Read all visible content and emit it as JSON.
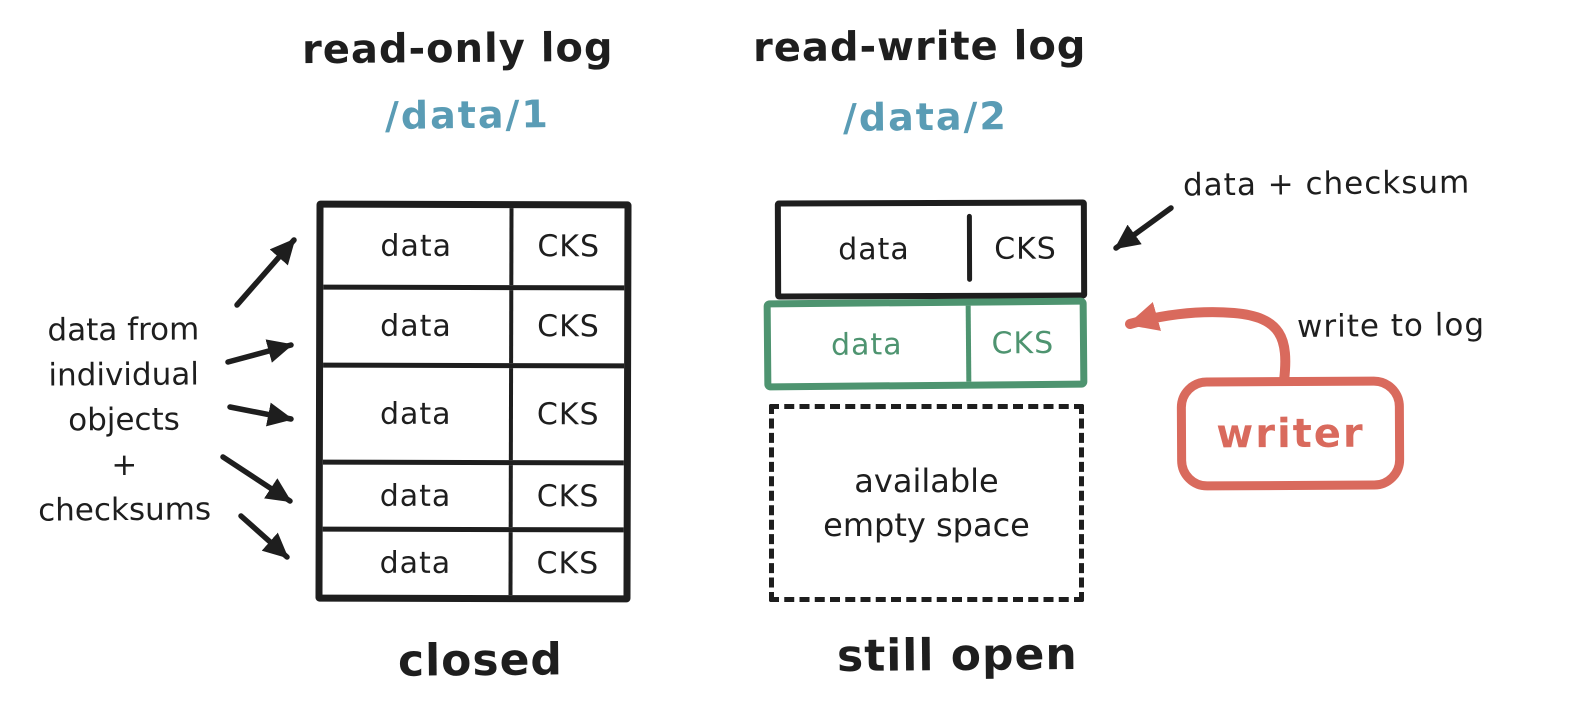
{
  "colors": {
    "ink": "#1e1e1e",
    "path_teal": "#5a9cb5",
    "active_green": "#4e9470",
    "writer_red": "#d96a5d"
  },
  "left_log": {
    "title": "read-only log",
    "path_label": "/data/1",
    "status_label": "closed",
    "side_note_lines": [
      "data from",
      "individual",
      "objects",
      "+",
      "checksums"
    ],
    "rows": [
      {
        "data": "data",
        "cks": "CKS"
      },
      {
        "data": "data",
        "cks": "CKS"
      },
      {
        "data": "data",
        "cks": "CKS"
      },
      {
        "data": "data",
        "cks": "CKS"
      },
      {
        "data": "data",
        "cks": "CKS"
      }
    ]
  },
  "right_log": {
    "title": "read-write log",
    "path_label": "/data/2",
    "status_label": "still open",
    "sealed_row": {
      "data": "data",
      "cks": "CKS"
    },
    "active_row": {
      "data": "data",
      "cks": "CKS"
    },
    "empty_space_lines": [
      "available",
      "empty space"
    ]
  },
  "annotations": {
    "data_plus_checksum": "data + checksum",
    "write_to_log": "write to log",
    "writer_label": "writer"
  }
}
